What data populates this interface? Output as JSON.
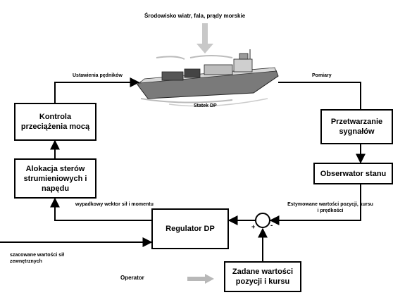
{
  "environment_label": "Środowisko wiatr, fala, prądy morskie",
  "ship_label": "Statek DP",
  "thruster_settings_label": "Ustawienia pędników",
  "measurements_label": "Pomiary",
  "blocks": {
    "power_control": "Kontrola przeciążenia mocą",
    "allocation": "Alokacja sterów strumieniowych i napędu",
    "signal_processing": "Przetwarzanie sygnałów",
    "state_observer": "Obserwator stanu",
    "dp_regulator": "Regulator DP",
    "setpoints": "Zadane wartości pozycji i kursu"
  },
  "force_vector_label": "wypadkowy wektor sił i momentu",
  "estimated_label": "Estymowane wartości pozycji, kursu i prędkości",
  "external_forces_label": "szacowane wartości sił zewnętrznych",
  "operator_label": "Operator",
  "summing_plus": "+",
  "summing_minus": "-"
}
